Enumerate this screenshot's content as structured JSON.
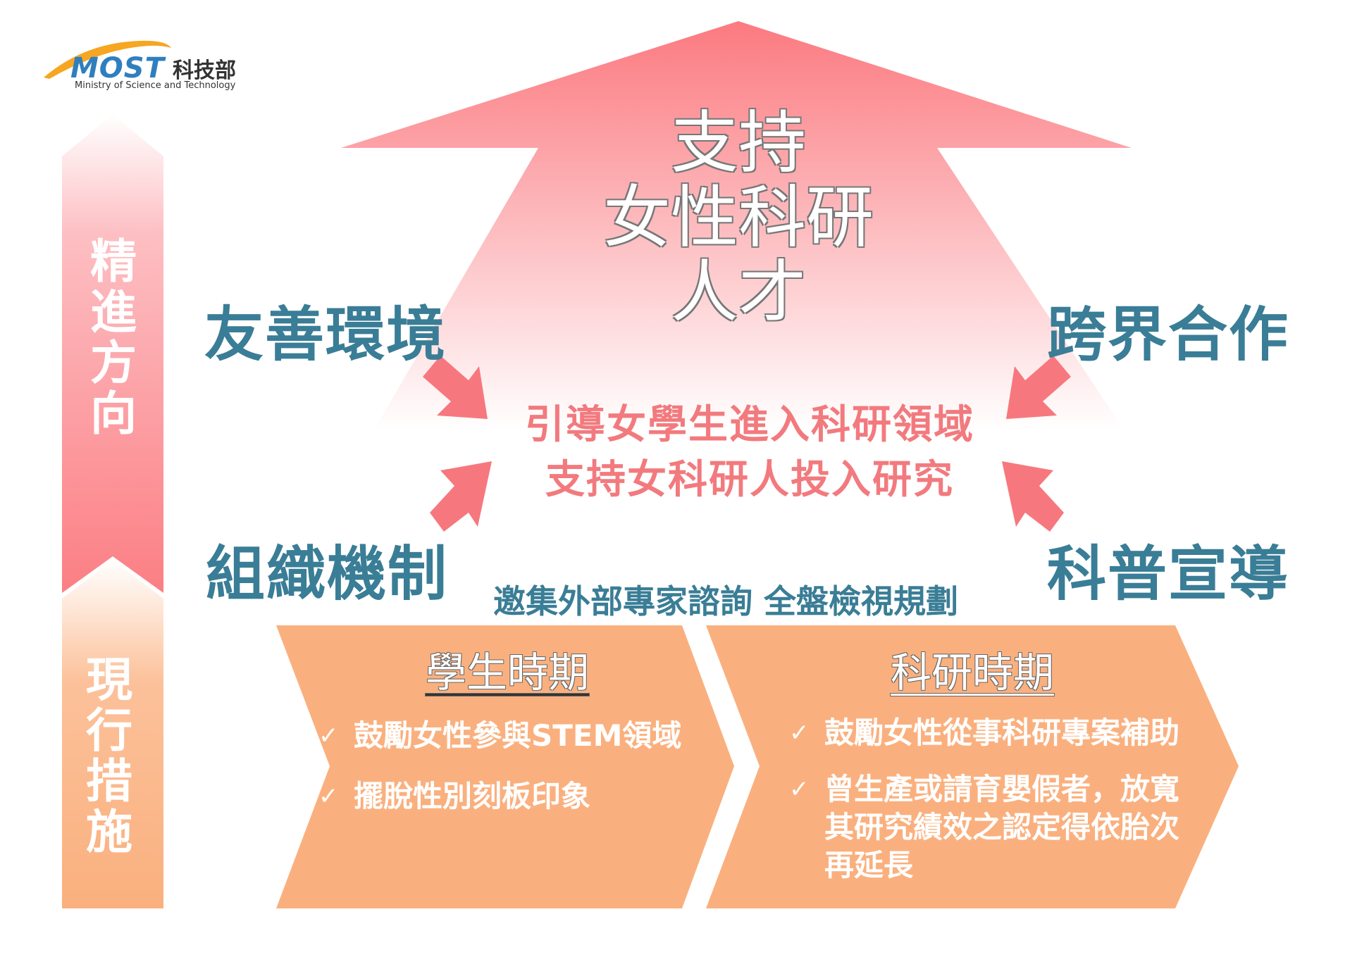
{
  "logo": {
    "brand": "MOST",
    "name_cn": "科技部",
    "name_en": "Ministry of Science and Technology"
  },
  "side_bar": {
    "direction_label": "精進方向",
    "measures_label": "現行措施"
  },
  "center": {
    "arrow_title_lines": [
      "支持",
      "女性科研",
      "人才"
    ],
    "goals": [
      "引導女學生進入科研領域",
      "支持女科研人投入研究"
    ]
  },
  "pillars": {
    "top_left": "友善環境",
    "top_right": "跨界合作",
    "bottom_left": "組織機制",
    "bottom_right": "科普宣導"
  },
  "consultation": "邀集外部專家諮詢 全盤檢視規劃",
  "phases": [
    {
      "title": "學生時期",
      "items": [
        "鼓勵女性參與STEM領域",
        "擺脫性別刻板印象"
      ]
    },
    {
      "title": "科研時期",
      "items": [
        "鼓勵女性從事科研專案補助",
        "曾生產或請育嬰假者，放寬其研究績效之認定得依胎次再延長"
      ]
    }
  ],
  "icons": {
    "check": "check-icon",
    "pointer_arrow": "pointer-arrow-icon"
  },
  "colors": {
    "pink": "#fb7f84",
    "orange": "#fab07e",
    "teal": "#3a7d96",
    "logo_blue": "#2f7fbf"
  }
}
